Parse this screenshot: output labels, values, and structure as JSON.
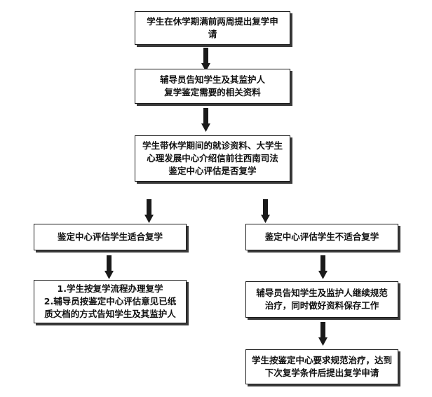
{
  "flowchart": {
    "steps": {
      "apply": "学生在休学期满前两周提出复学申\n请",
      "notify_materials": "辅导员告知学生及其监护人\n复学鉴定需要的相关资料",
      "go_evaluate": "学生带休学期间的就诊资料、大学生\n心理发展中心介绍信前往西南司法\n鉴定中心评估是否复学",
      "fit": "鉴定中心评估学生适合复学",
      "unfit": "鉴定中心评估学生不适合复学",
      "fit_process": "1.学生按复学流程办理复学\n2.辅导员按鉴定中心评估意见已纸\n质文档的方式告知学生及其监护人",
      "unfit_notify": "辅导员告知学生及监护人继续规范\n治疗，同时做好资料保存工作",
      "reapply": "学生按鉴定中心要求规范治疗，达到\n下次复学条件后提出复学申请"
    },
    "colors": {
      "border": "#1a1a1a",
      "shadow": "#3a3a3a",
      "arrow": "#1a1a1a",
      "text": "#111111"
    }
  }
}
